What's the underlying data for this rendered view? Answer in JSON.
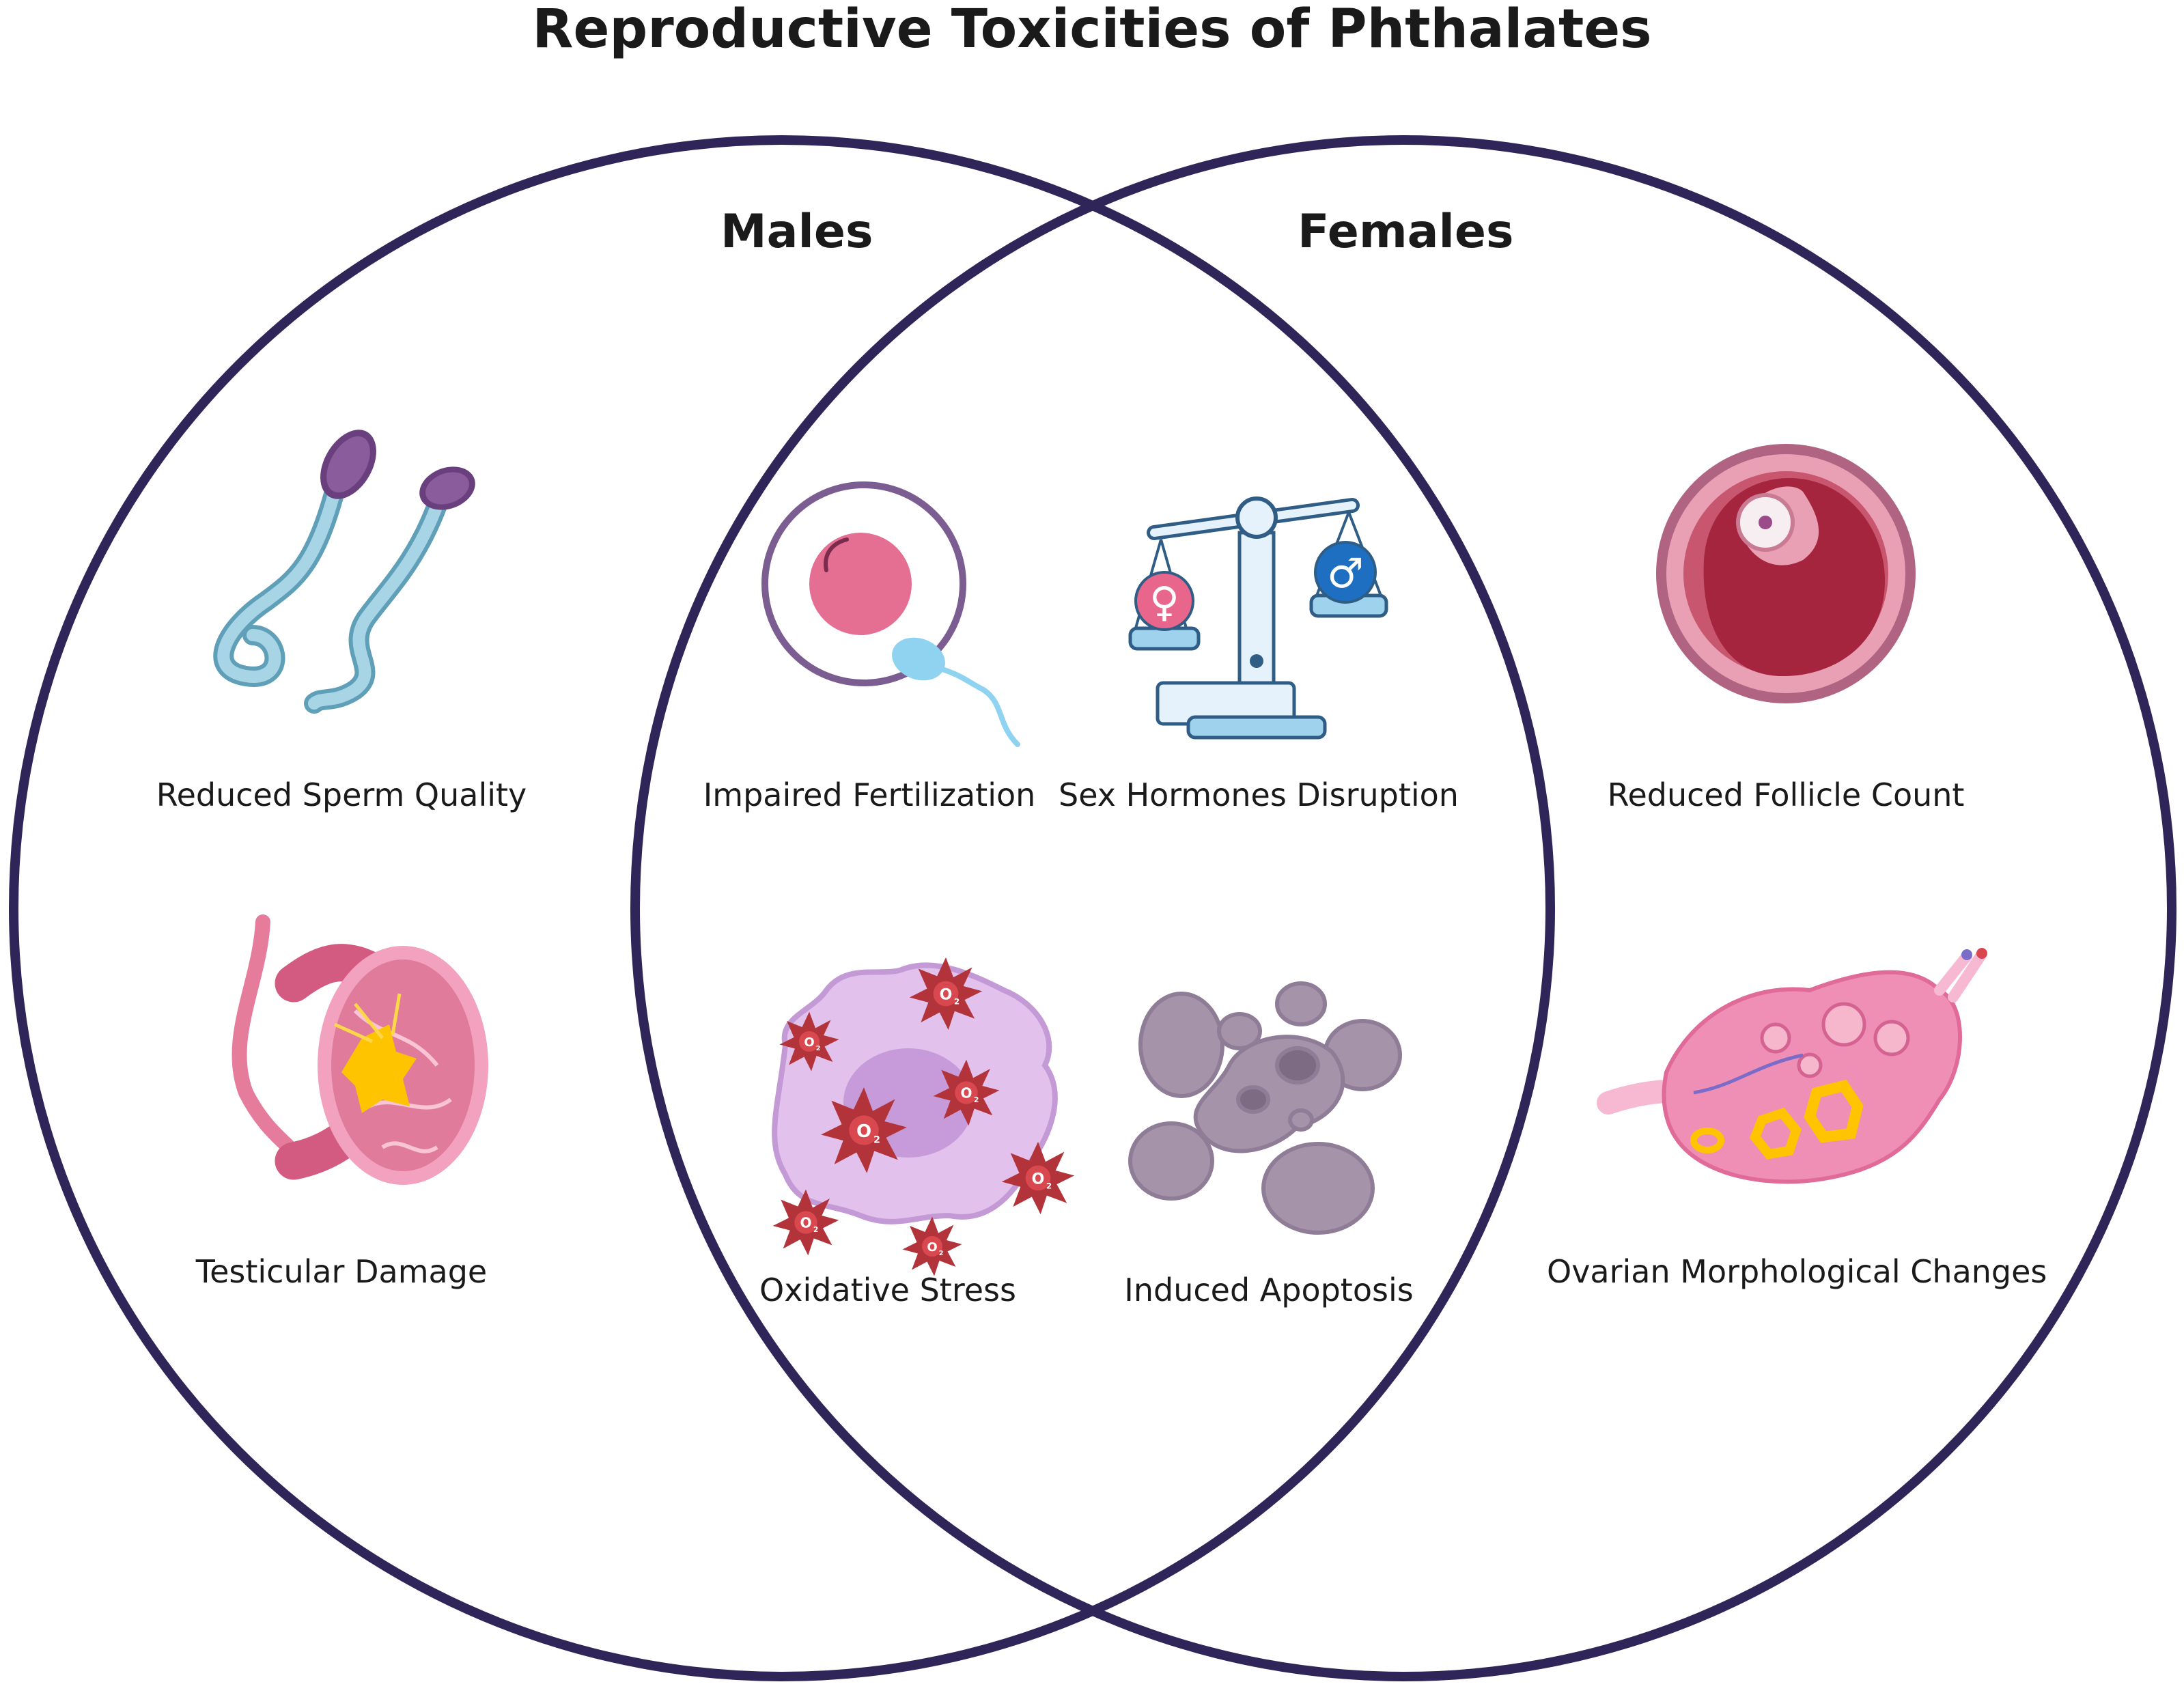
{
  "title": "Reproductive Toxicities of Phthalates",
  "colors": {
    "circle_stroke": "#2f2558",
    "sperm": "#8fc7dd",
    "sperm_head": "#8a5c9c",
    "egg": "#e46f93",
    "scale": "#9fd2ec",
    "female_sign": "#e8668c",
    "male_sign": "#1e6fc2",
    "follicle": "#b8354c",
    "stress_cell": "#d3a6e2",
    "ros_star": "#b2343a",
    "apoptosis": "#9d8aa3",
    "testis": "#e17b9b",
    "ovary": "#ef8fb6",
    "damage": "#ffc400"
  },
  "sets": {
    "males": "Males",
    "females": "Females"
  },
  "items": {
    "sperm_quality": {
      "label": "Reduced Sperm Quality",
      "icon": "sperm-icon"
    },
    "testicular_damage": {
      "label": "Testicular Damage",
      "icon": "testis-icon"
    },
    "impaired_fertilization": {
      "label": "Impaired Fertilization",
      "icon": "egg-sperm-icon"
    },
    "hormones": {
      "label": "Sex Hormones Disruption",
      "icon": "balance-scale-icon"
    },
    "oxidative_stress": {
      "label": "Oxidative Stress",
      "icon": "ros-cell-icon",
      "o2": "O2"
    },
    "apoptosis": {
      "label": "Induced Apoptosis",
      "icon": "apoptotic-cell-icon"
    },
    "follicle": {
      "label": "Reduced Follicle Count",
      "icon": "follicle-icon"
    },
    "ovarian": {
      "label": "Ovarian Morphological Changes",
      "icon": "ovary-icon"
    }
  }
}
